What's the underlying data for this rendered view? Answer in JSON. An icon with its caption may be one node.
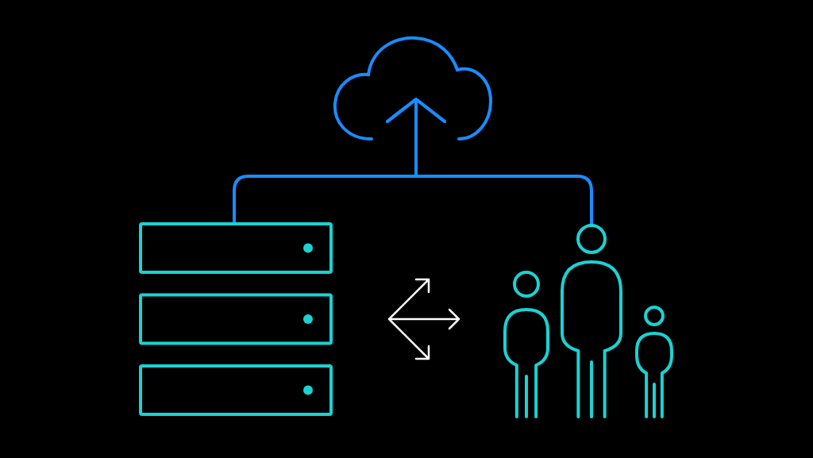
{
  "diagram": {
    "nodes": [
      {
        "text": [],
        "shape": "cloud"
      },
      {
        "text": [],
        "shape": "box"
      },
      {
        "text": [],
        "shape": "person"
      }
    ],
    "edges": [
      {
        "from": 1,
        "to": 0,
        "arrow": "to"
      },
      {
        "from": 2,
        "to": 0,
        "arrow": "to"
      }
    ]
  }
}
